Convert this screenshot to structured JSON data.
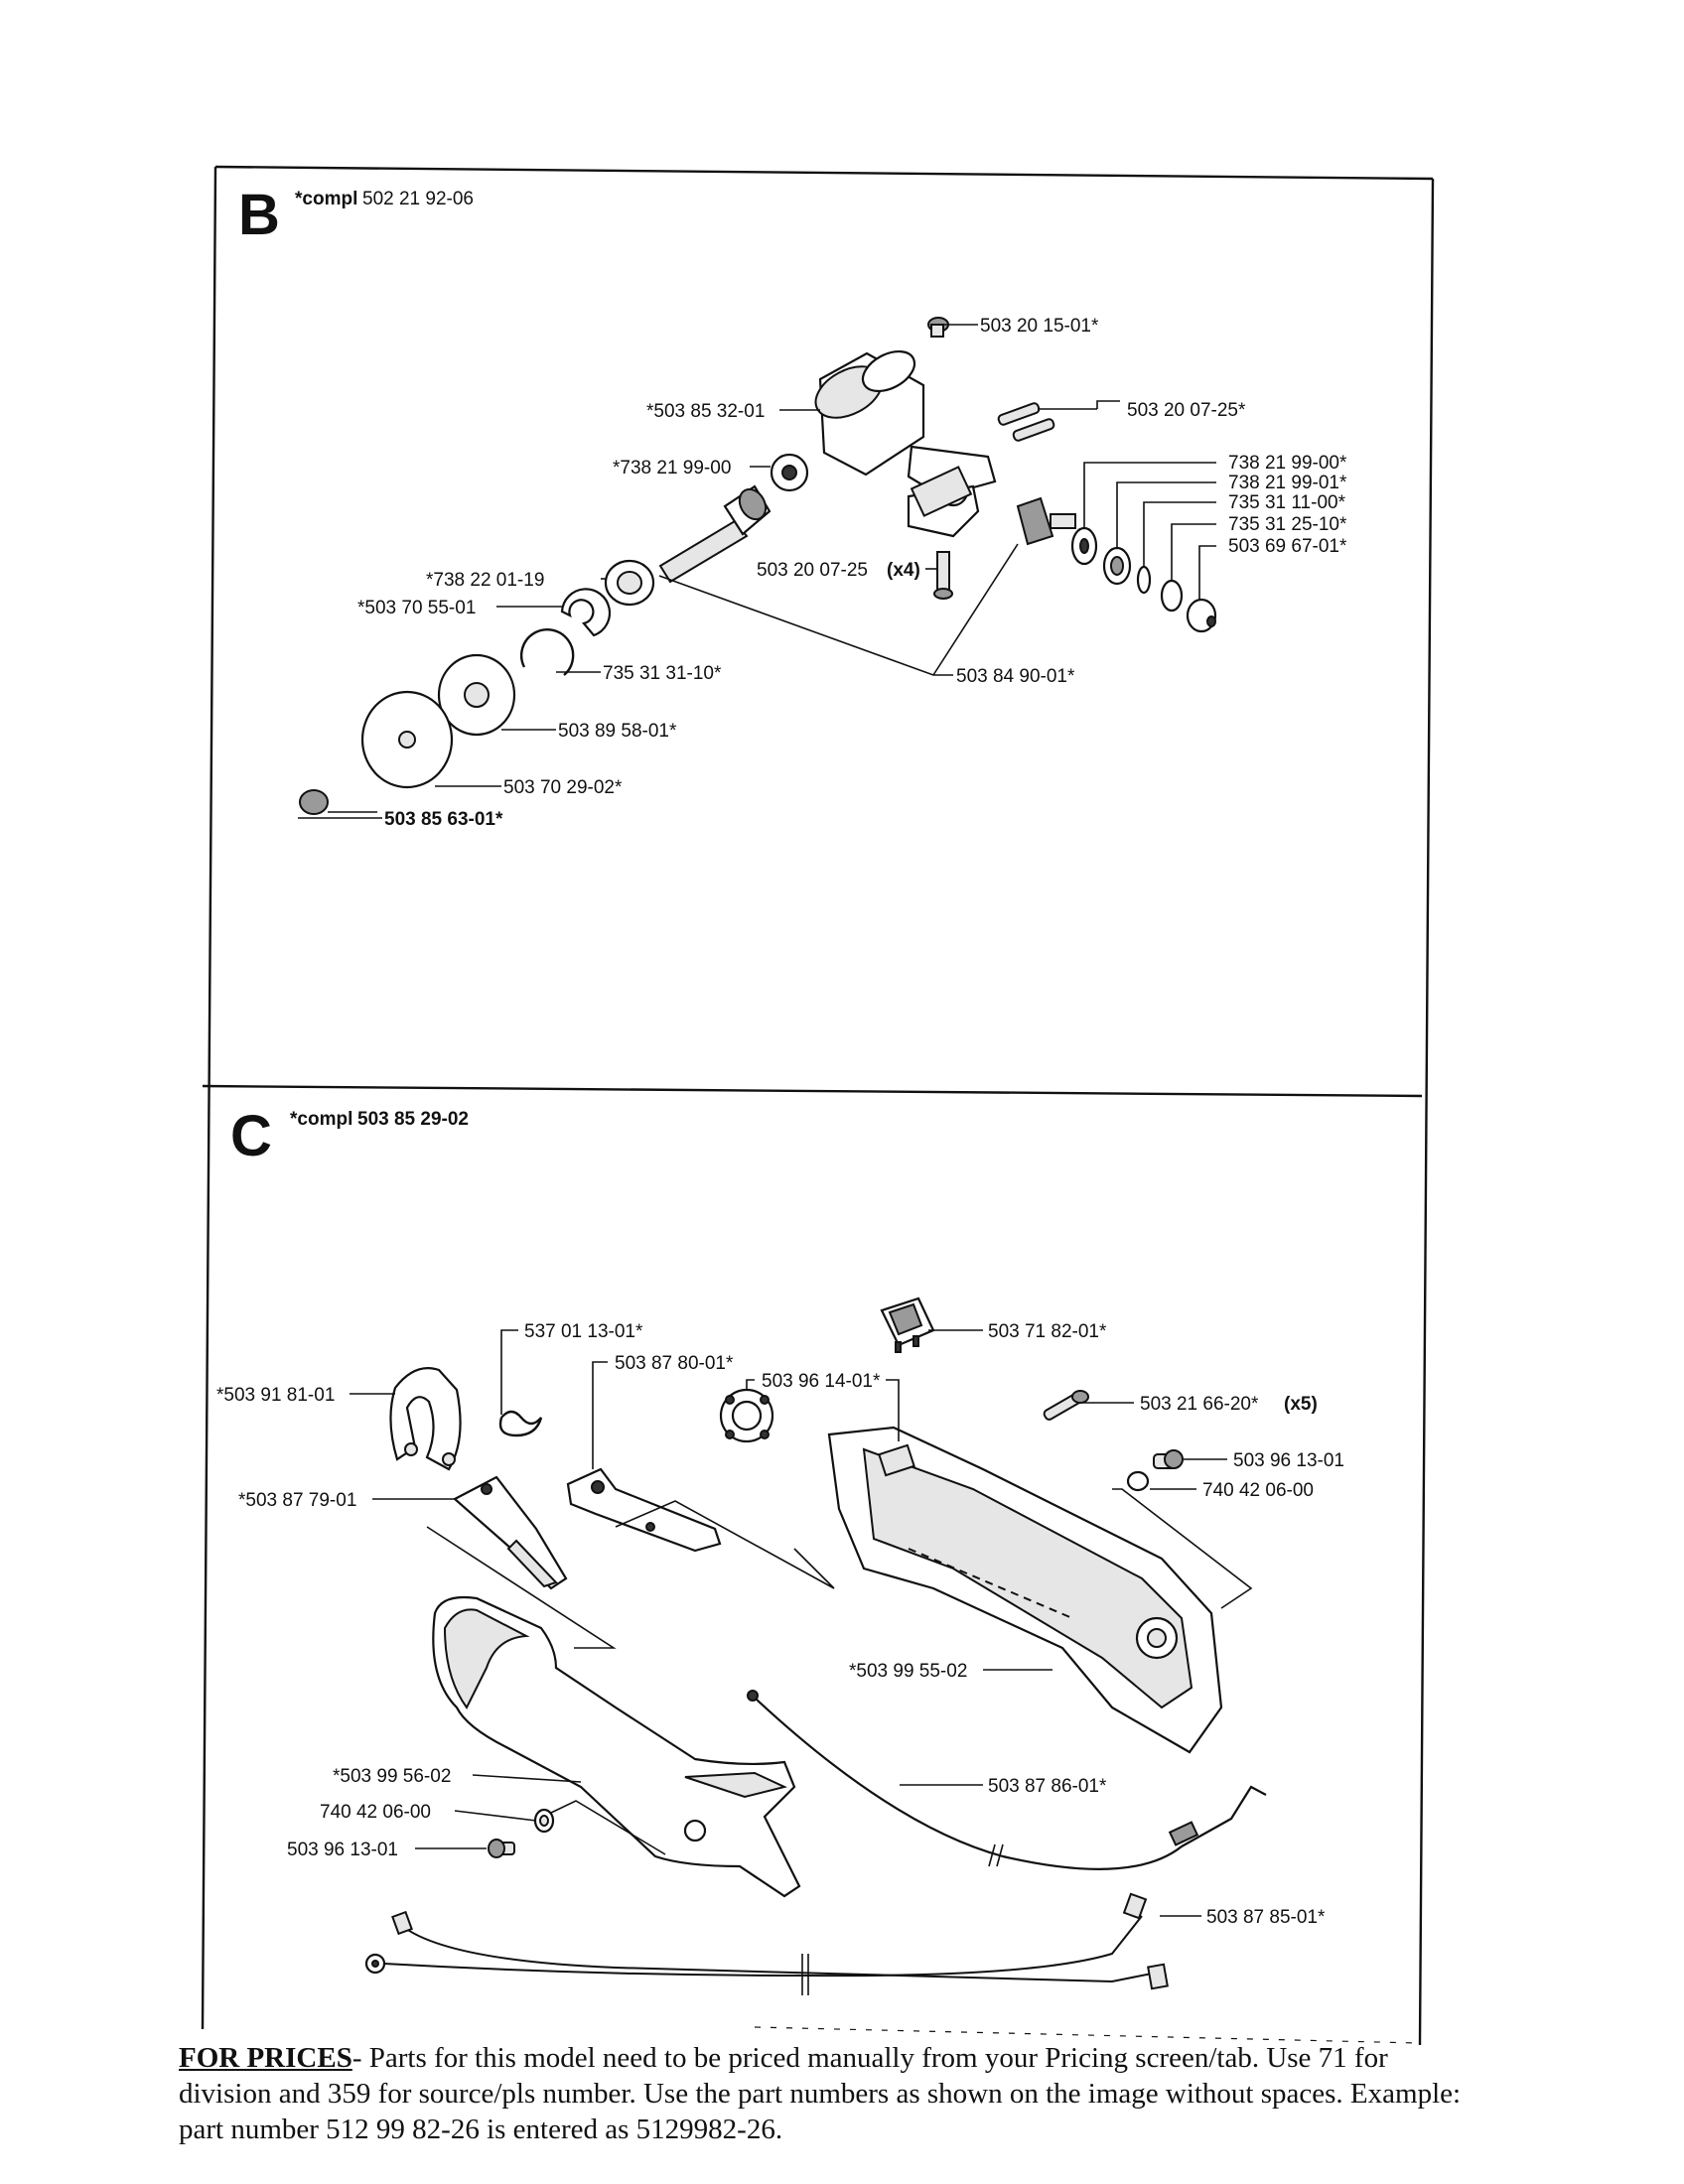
{
  "section_b": {
    "letter": "B",
    "compl_prefix": "*compl",
    "compl_number": "502 21 92-06",
    "parts": [
      "503 20 15-01*",
      "*503 85 32-01",
      "503 20 07-25*",
      "*738 21 99-00",
      "738 21 99-00*",
      "738 21 99-01*",
      "735 31 11-00*",
      "735 31 25-10*",
      "503 69 67-01*",
      "503 20 07-25",
      "(x4)",
      "*738 22 01-19",
      "*503 70 55-01",
      "735 31 31-10*",
      "503 84 90-01*",
      "503 89 58-01*",
      "503 70 29-02*",
      "503 85 63-01*"
    ]
  },
  "section_c": {
    "letter": "C",
    "compl_prefix": "*compl",
    "compl_number": "503 85 29-02",
    "parts": [
      "537 01 13-01*",
      "503 71 82-01*",
      "503 87 80-01*",
      "*503 91 81-01",
      "503 96 14-01*",
      "503 21 66-20*",
      "(x5)",
      "503 96 13-01",
      "740 42 06-00",
      "*503 87 79-01",
      "*503 99 55-02",
      "*503 99 56-02",
      "503 87 86-01*",
      "740 42 06-00",
      "503 96 13-01",
      "503 87 85-01*"
    ]
  },
  "footer": {
    "lead": "FOR PRICES",
    "text": "- Parts for this model need to be priced manually from your Pricing screen/tab. Use 71 for division and 359 for source/pls number.  Use the part numbers as shown on the image without spaces.  Example: part number 512 99 82-26 is entered as 5129982-26."
  }
}
